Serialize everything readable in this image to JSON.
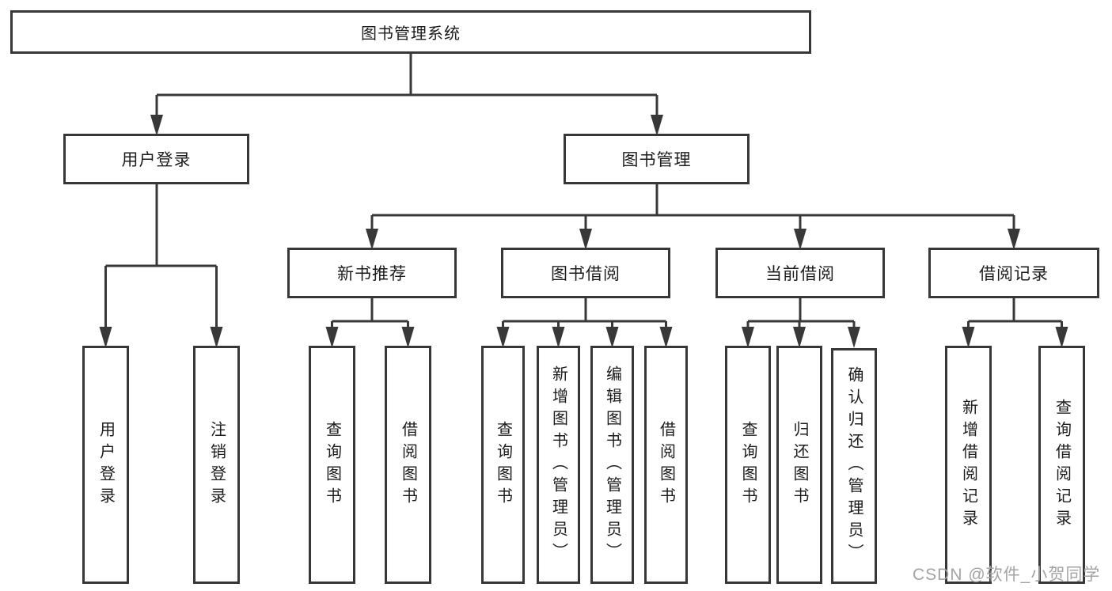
{
  "chart": {
    "root": {
      "label": "图书管理系统"
    },
    "level2": [
      {
        "label": "用户登录",
        "children": [
          {
            "label": "用户登录"
          },
          {
            "label": "注销登录"
          }
        ]
      },
      {
        "label": "图书管理",
        "children": [
          {
            "label": "新书推荐",
            "children": [
              {
                "label": "查询图书"
              },
              {
                "label": "借阅图书"
              }
            ]
          },
          {
            "label": "图书借阅",
            "children": [
              {
                "label": "查询图书"
              },
              {
                "label": "新增图书（管理员）"
              },
              {
                "label": "编辑图书（管理员）"
              },
              {
                "label": "借阅图书"
              }
            ]
          },
          {
            "label": "当前借阅",
            "children": [
              {
                "label": "查询图书"
              },
              {
                "label": "归还图书"
              },
              {
                "label": "确认归还（管理员）"
              }
            ]
          },
          {
            "label": "借阅记录",
            "children": [
              {
                "label": "新增借阅记录"
              },
              {
                "label": "查询借阅记录"
              }
            ]
          }
        ]
      }
    ]
  },
  "watermark": "CSDN @软件_小贺同学",
  "colors": {
    "line": "#383838",
    "box_border": "#373737",
    "text": "#1c1c1c",
    "watermark": "#a3a3a3",
    "background": "#ffffff"
  }
}
